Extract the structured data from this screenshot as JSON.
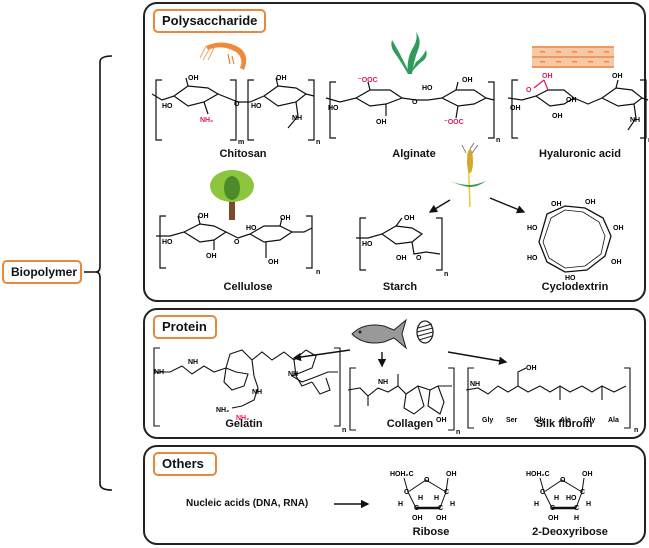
{
  "root": {
    "label": "Biopolymer"
  },
  "colors": {
    "accent_border": "#e8883a",
    "highlight_red": "#e0194f",
    "panel_border": "#222222"
  },
  "polysaccharide": {
    "title": "Polysaccharide",
    "items": [
      {
        "name": "Chitosan",
        "source_icon": "shrimp-icon",
        "highlight": "NH2",
        "subscripts": [
          "m",
          "n"
        ]
      },
      {
        "name": "Alginate",
        "source_icon": "seaweed-icon",
        "highlight": "-OOC",
        "subscripts": [
          "n"
        ]
      },
      {
        "name": "Hyaluronic acid",
        "source_icon": "tissue-icon",
        "highlight": "OH",
        "subscripts": [
          "n"
        ]
      },
      {
        "name": "Cellulose",
        "source_icon": "tree-icon",
        "subscripts": [
          "n"
        ]
      },
      {
        "name": "Starch",
        "source_icon": "wheat-icon",
        "subscripts": [
          "n"
        ]
      },
      {
        "name": "Cyclodextrin",
        "source_icon": "wheat-icon"
      }
    ]
  },
  "protein": {
    "title": "Protein",
    "items": [
      {
        "name": "Gelatin",
        "highlight": "NH2",
        "subscripts": [
          "n"
        ]
      },
      {
        "name": "Collagen",
        "subscripts": [
          "n"
        ]
      },
      {
        "name": "Silk fibroin",
        "residues": [
          "Gly",
          "Ser",
          "Gly",
          "Ala",
          "Gly",
          "Ala"
        ],
        "subscripts": [
          "n"
        ]
      }
    ],
    "source_icons": [
      "fish-icon",
      "silkworm-cocoon-icon"
    ]
  },
  "others": {
    "title": "Others",
    "source": "Nucleic acids (DNA, RNA)",
    "items": [
      {
        "name": "Ribose"
      },
      {
        "name": "2-Deoxyribose"
      }
    ]
  },
  "chem": {
    "OH": "OH",
    "HO": "HO",
    "NH2": "NH₂",
    "NH": "NH",
    "O": "O",
    "OOC": "⁻OOC",
    "n": "n",
    "m": "m",
    "HOH2C": "HOH₂C",
    "C": "C",
    "H": "H"
  }
}
